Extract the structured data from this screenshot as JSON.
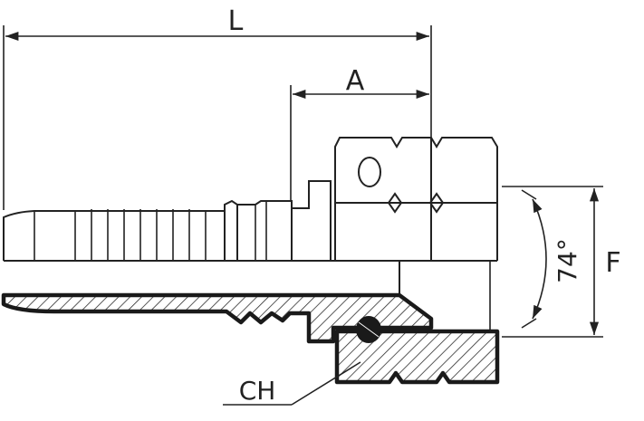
{
  "diagram": {
    "labels": {
      "length": "L",
      "a": "A",
      "f": "F",
      "angle": "74°",
      "hex": "CH"
    }
  }
}
